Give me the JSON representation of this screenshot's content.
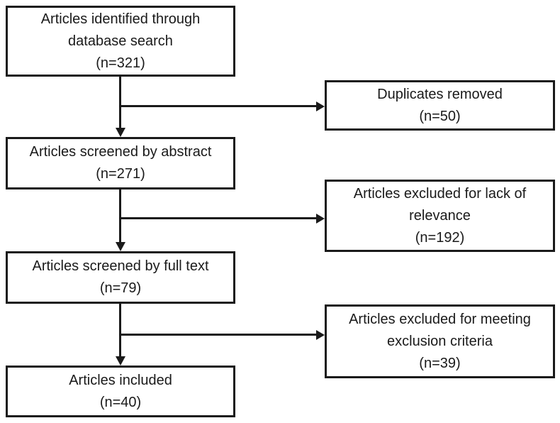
{
  "diagram": {
    "type": "flowchart",
    "subject": "article-screening-flow",
    "colors": {
      "ink": "#1a1a1a",
      "background": "#ffffff"
    },
    "boxes": {
      "identified": {
        "text": "Articles identified through\ndatabase search\n(n=321)",
        "label": "Articles identified through database search",
        "n": 321
      },
      "duplicates": {
        "text": "Duplicates removed\n(n=50)",
        "label": "Duplicates removed",
        "n": 50
      },
      "screened_abstract": {
        "text": "Articles screened by abstract\n(n=271)",
        "label": "Articles screened by abstract",
        "n": 271
      },
      "excluded_relevance": {
        "text": "Articles excluded for lack of\nrelevance\n(n=192)",
        "label": "Articles excluded for lack of relevance",
        "n": 192
      },
      "screened_fulltext": {
        "text": "Articles screened by full text\n(n=79)",
        "label": "Articles screened by full text",
        "n": 79
      },
      "excluded_criteria": {
        "text": "Articles excluded for meeting\nexclusion criteria\n(n=39)",
        "label": "Articles excluded for meeting exclusion criteria",
        "n": 39
      },
      "included": {
        "text": "Articles included\n(n=40)",
        "label": "Articles included",
        "n": 40
      }
    },
    "edges": [
      {
        "from": "identified",
        "to": "screened_abstract",
        "direction": "down"
      },
      {
        "from": "identified",
        "to": "duplicates",
        "direction": "right"
      },
      {
        "from": "screened_abstract",
        "to": "screened_fulltext",
        "direction": "down"
      },
      {
        "from": "screened_abstract",
        "to": "excluded_relevance",
        "direction": "right"
      },
      {
        "from": "screened_fulltext",
        "to": "included",
        "direction": "down"
      },
      {
        "from": "screened_fulltext",
        "to": "excluded_criteria",
        "direction": "right"
      }
    ]
  }
}
